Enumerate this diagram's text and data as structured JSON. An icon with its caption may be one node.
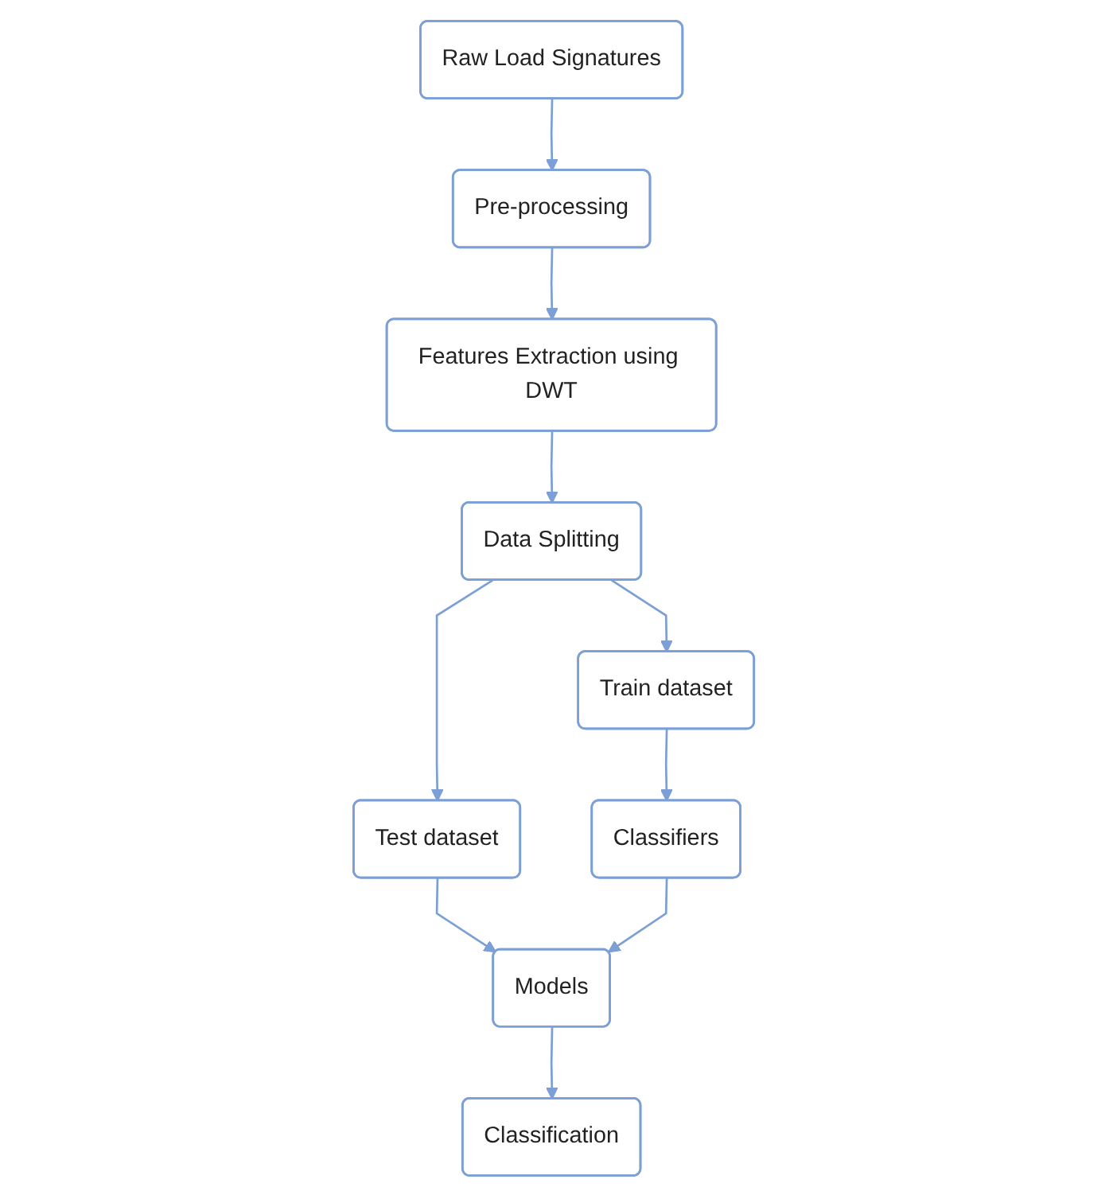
{
  "diagram": {
    "nodes": [
      {
        "text": [
          "Raw Load Signatures"
        ]
      },
      {
        "text": [
          "Pre-processing"
        ]
      },
      {
        "text": [
          "Features Extraction using DWT"
        ]
      },
      {
        "text": [
          "Data Splitting"
        ]
      },
      {
        "text": [
          "Train dataset"
        ]
      },
      {
        "text": [
          "Test dataset"
        ]
      },
      {
        "text": [
          "Classifiers"
        ]
      },
      {
        "text": [
          "Models"
        ]
      },
      {
        "text": [
          "Classification"
        ]
      }
    ],
    "edges": [
      {
        "from": 0,
        "to": 1,
        "arrow": "to"
      },
      {
        "from": 1,
        "to": 2,
        "arrow": "to"
      },
      {
        "from": 2,
        "to": 3,
        "arrow": "to"
      },
      {
        "from": 3,
        "to": 4,
        "arrow": "to"
      },
      {
        "from": 3,
        "to": 5,
        "arrow": "to"
      },
      {
        "from": 4,
        "to": 6,
        "arrow": "to"
      },
      {
        "from": 5,
        "to": 7,
        "arrow": "to"
      },
      {
        "from": 6,
        "to": 7,
        "arrow": "to"
      },
      {
        "from": 7,
        "to": 8,
        "arrow": "to"
      }
    ]
  }
}
